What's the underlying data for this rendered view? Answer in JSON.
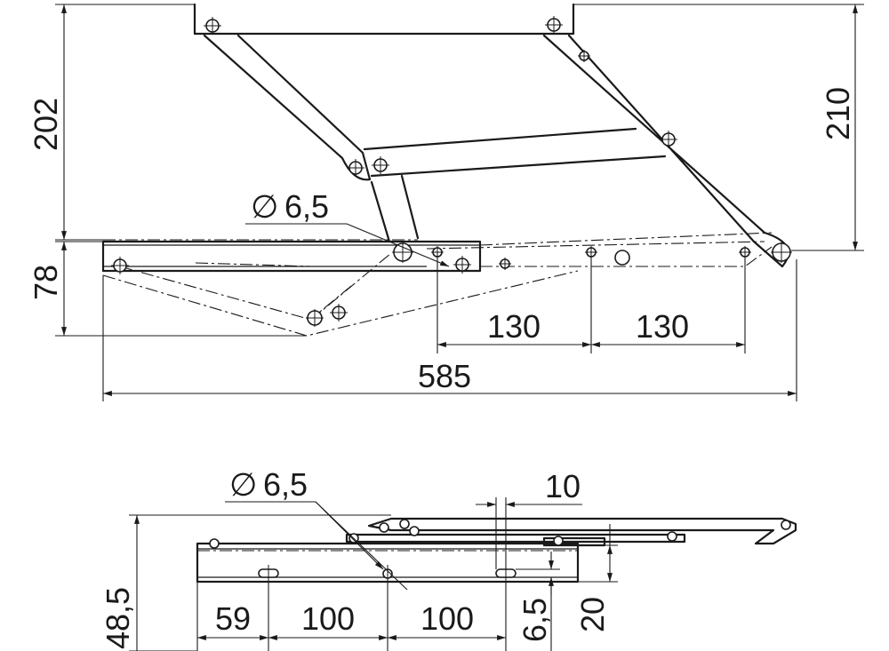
{
  "top_view": {
    "hole_diameter": "6,5",
    "height_upper": "202",
    "height_right": "210",
    "height_lower": "78",
    "spacing_1": "130",
    "spacing_2": "130",
    "overall_length": "585",
    "diameter_symbol": "∅"
  },
  "bottom_view": {
    "hole_diameter": "6,5",
    "slot_width": "10",
    "depth": "48,5",
    "offset_first": "59",
    "pitch_1": "100",
    "pitch_2": "100",
    "slot_height": "6,5",
    "flange_height": "20",
    "diameter_symbol": "∅"
  }
}
